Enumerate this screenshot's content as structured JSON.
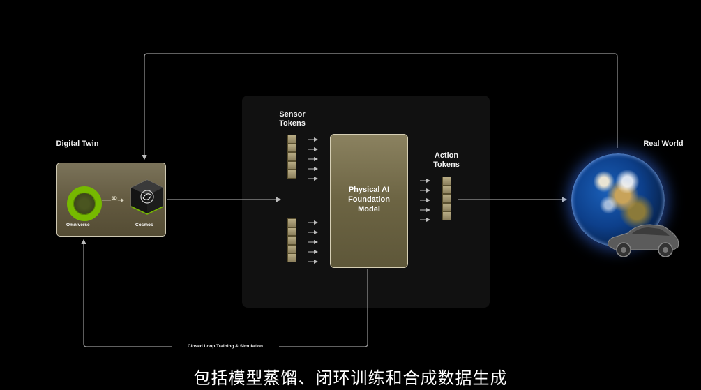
{
  "labels": {
    "digital_twin": "Digital Twin",
    "real_world": "Real World",
    "sensor_tokens": "Sensor\nTokens",
    "action_tokens": "Action\nTokens",
    "model": "Physical AI\nFoundation\nModel",
    "omniverse": "Omniverse",
    "cosmos": "Cosmos",
    "mini_3d": "3D",
    "loop": "Closed Loop Training & Simulation"
  },
  "subtitle": "包括模型蒸馏、闭环训练和合成数据生成",
  "colors": {
    "background": "#000000",
    "panel": "#111111",
    "gold": "#8b8260",
    "omniverse_green": "#76b900",
    "connector": "#9a9a9a"
  },
  "icons": [
    "omniverse-logo-icon",
    "cosmos-cube-icon",
    "earth-icon",
    "car-icon",
    "arrow-icon"
  ],
  "token_groups": {
    "sensor_upper_count": 5,
    "sensor_lower_count": 5,
    "action_count": 5
  }
}
